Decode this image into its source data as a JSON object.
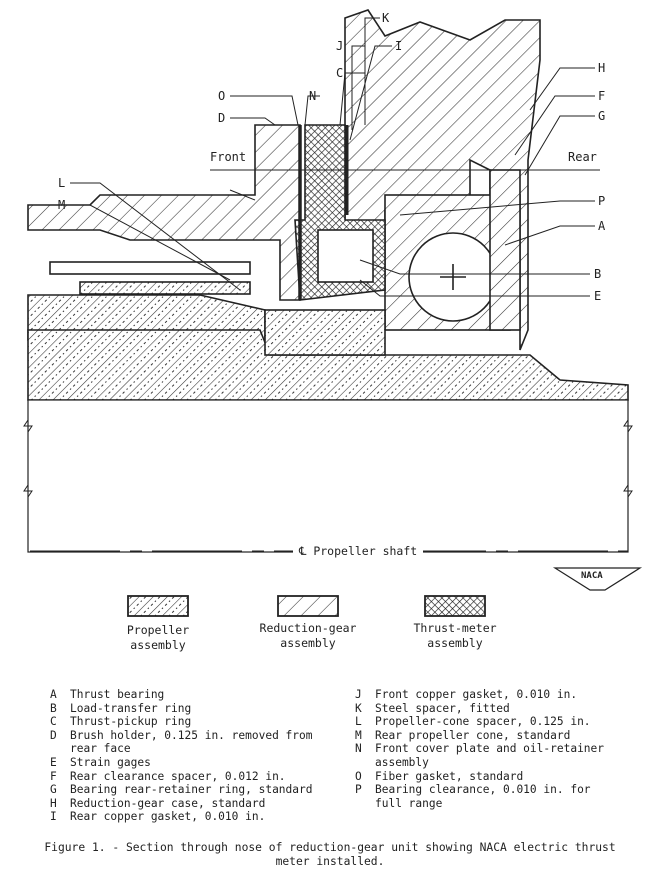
{
  "callouts": {
    "K": "K",
    "J": "J",
    "I": "I",
    "C": "C",
    "H": "H",
    "O": "O",
    "N": "N",
    "F": "F",
    "D": "D",
    "G": "G",
    "L": "L",
    "M": "M",
    "P": "P",
    "A": "A",
    "B": "B",
    "E": "E"
  },
  "directions": {
    "front": "Front",
    "rear": "Rear"
  },
  "centerline": {
    "symbol": "℄",
    "label": "Propeller shaft"
  },
  "logo": "NACA",
  "legend": [
    {
      "line1": "Propeller",
      "line2": "assembly"
    },
    {
      "line1": "Reduction-gear",
      "line2": "assembly"
    },
    {
      "line1": "Thrust-meter",
      "line2": "assembly"
    }
  ],
  "notes_left": [
    {
      "key": "A",
      "text": "Thrust bearing"
    },
    {
      "key": "B",
      "text": "Load-transfer ring"
    },
    {
      "key": "C",
      "text": "Thrust-pickup ring"
    },
    {
      "key": "D",
      "text": "Brush holder, 0.125 in. removed from rear face"
    },
    {
      "key": "E",
      "text": "Strain gages"
    },
    {
      "key": "F",
      "text": "Rear clearance spacer, 0.012 in."
    },
    {
      "key": "G",
      "text": "Bearing rear-retainer ring, standard"
    },
    {
      "key": "H",
      "text": "Reduction-gear case, standard"
    },
    {
      "key": "I",
      "text": "Rear copper gasket, 0.010 in."
    }
  ],
  "notes_right": [
    {
      "key": "J",
      "text": "Front copper gasket, 0.010 in."
    },
    {
      "key": "K",
      "text": "Steel spacer, fitted"
    },
    {
      "key": "L",
      "text": "Propeller-cone spacer, 0.125 in."
    },
    {
      "key": "M",
      "text": "Rear propeller cone, standard"
    },
    {
      "key": "N",
      "text": "Front cover plate and oil-retainer assembly"
    },
    {
      "key": "O",
      "text": "Fiber gasket, standard"
    },
    {
      "key": "P",
      "text": "Bearing clearance, 0.010 in. for full range"
    }
  ],
  "caption": "Figure 1. - Section through nose of reduction-gear unit showing NACA electric thrust meter installed."
}
